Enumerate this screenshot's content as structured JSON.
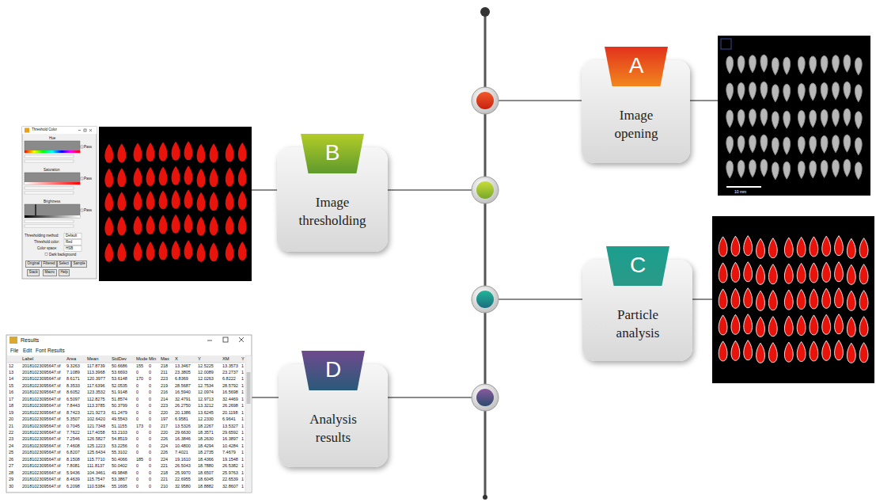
{
  "diagram": {
    "nodes": [
      {
        "text": [
          "A",
          "Image opening"
        ]
      },
      {
        "text": [
          "B",
          "Image thresholding"
        ]
      },
      {
        "text": [
          "C",
          "Particle analysis"
        ]
      },
      {
        "text": [
          "D",
          "Analysis results"
        ]
      }
    ],
    "labels": [
      "10 mm",
      "Threshold Color",
      "Hue",
      "Pass",
      "Saturation",
      "Pass",
      "Brightness",
      "Pass",
      "Thresholding method:",
      "Default",
      "Threshold color:",
      "Red",
      "Color space:",
      "HSB",
      "Dark background",
      "Original",
      "Filtered",
      "Select",
      "Sample",
      "Stack",
      "Macro",
      "Help",
      "Results",
      "File",
      "Edit",
      "Font",
      "Results",
      "Label",
      "Area",
      "Mean",
      "StdDev",
      "Mode",
      "Min",
      "Max",
      "X",
      "Y",
      "XM",
      "Y",
      "12",
      "20181023095647.tif",
      "9.3263",
      "117.8739",
      "50.6686",
      "155",
      "0",
      "218",
      "13.3467",
      "12.5225",
      "13.3573",
      "1",
      "13",
      "20181023095647.tif",
      "7.1089",
      "113.3968",
      "53.6693",
      "0",
      "0",
      "211",
      "23.3805",
      "12.0089",
      "23.2737",
      "1",
      "14",
      "20181023095647.tif",
      "8.6171",
      "120.3977",
      "53.6148",
      "170",
      "0",
      "223",
      "6.8369",
      "12.0263",
      "6.8222",
      "1",
      "15",
      "20181023095647.tif",
      "8.3533",
      "117.6396",
      "52.0535",
      "0",
      "0",
      "219",
      "28.5687",
      "12.7534",
      "28.5792",
      "1",
      "16",
      "20181023095647.tif",
      "8.6052",
      "123.3532",
      "51.9148",
      "0",
      "0",
      "216",
      "16.5940",
      "12.0974",
      "16.5698",
      "1",
      "17",
      "20181023095647.tif",
      "6.5097",
      "112.8275",
      "51.8574",
      "0",
      "0",
      "214",
      "32.4791",
      "12.9713",
      "32.4469",
      "1",
      "18",
      "20181023095647.tif",
      "7.8443",
      "113.3785",
      "50.3799",
      "0",
      "0",
      "223",
      "26.2750",
      "13.3212",
      "26.2698",
      "1",
      "19",
      "20181023095647.tif",
      "8.7423",
      "121.9273",
      "61.2479",
      "0",
      "0",
      "220",
      "20.1386",
      "13.6245",
      "20.1198",
      "1",
      "20",
      "20181023095647.tif",
      "5.3507",
      "102.6420",
      "49.5543",
      "0",
      "0",
      "197",
      "6.9581",
      "12.2330",
      "6.9641",
      "1",
      "21",
      "20181023095647.tif",
      "0.7045",
      "121.7348",
      "51.1155",
      "173",
      "0",
      "217",
      "13.5326",
      "18.2267",
      "13.5327",
      "1",
      "22",
      "20181023095647.tif",
      "7.7622",
      "117.4058",
      "53.2103",
      "0",
      "0",
      "220",
      "29.6630",
      "18.3571",
      "29.6592",
      "1",
      "23",
      "20181023095647.tif",
      "7.2546",
      "126.5827",
      "54.8519",
      "0",
      "0",
      "226",
      "16.3846",
      "18.2630",
      "16.3897",
      "1",
      "24",
      "20181023095647.tif",
      "7.4608",
      "125.1223",
      "53.2256",
      "0",
      "0",
      "224",
      "10.4800",
      "18.4294",
      "10.4284",
      "1",
      "25",
      "20181023095647.tif",
      "6.8207",
      "125.6434",
      "55.3102",
      "0",
      "0",
      "226",
      "7.4021",
      "18.2735",
      "7.4679",
      "1",
      "26",
      "20181023095647.tif",
      "8.1508",
      "115.7710",
      "50.4066",
      "185",
      "0",
      "224",
      "19.1610",
      "18.4366",
      "19.1548",
      "1",
      "27",
      "20181023095647.tif",
      "7.8081",
      "111.8137",
      "50.0402",
      "0",
      "0",
      "221",
      "26.5043",
      "18.7880",
      "26.5382",
      "1",
      "28",
      "20181023095647.tif",
      "5.9436",
      "104.3461",
      "49.9848",
      "0",
      "0",
      "218",
      "25.9970",
      "18.6507",
      "25.9763",
      "1",
      "29",
      "20181023095647.tif",
      "8.4639",
      "115.7547",
      "53.3867",
      "0",
      "0",
      "221",
      "22.6955",
      "18.6045",
      "22.6539",
      "1",
      "30",
      "20181023095647.tif",
      "6.2098",
      "110.5384",
      "55.1695",
      "0",
      "0",
      "210",
      "32.9580",
      "18.8882",
      "32.8607",
      "1"
    ]
  }
}
